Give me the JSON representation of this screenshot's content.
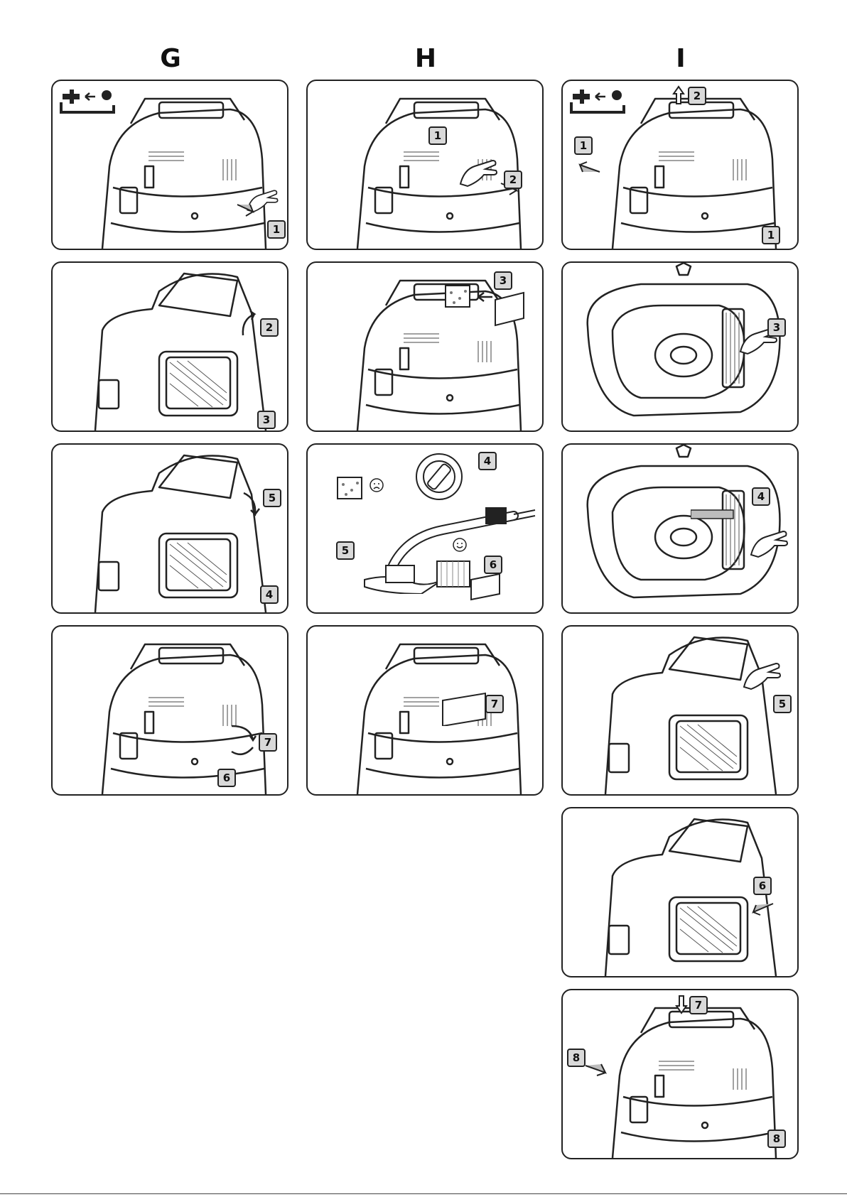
{
  "columns": [
    "G",
    "H",
    "I"
  ],
  "panels": {
    "G1": [
      "1"
    ],
    "G2": [
      "2",
      "3"
    ],
    "G3": [
      "5",
      "4"
    ],
    "G4": [
      "7",
      "6"
    ],
    "H1": [
      "1",
      "2"
    ],
    "H2": [
      "3"
    ],
    "H3": [
      "4",
      "5",
      "6"
    ],
    "H4": [
      "7"
    ],
    "I1": [
      "2",
      "1",
      "1"
    ],
    "I2": [
      "3"
    ],
    "I3": [
      "4"
    ],
    "I4": [
      "5"
    ],
    "I5": [
      "6"
    ],
    "I6": [
      "7",
      "8",
      "8"
    ]
  },
  "icons": [
    "unplug-icon",
    "arrow-icon",
    "vacuum-illustration",
    "filter-illustration",
    "hand-icon",
    "sad-face-icon",
    "smile-face-icon",
    "dial-icon"
  ],
  "colors": {
    "line": "#222222",
    "badge": "#d9d9d9",
    "arrow": "#bdbdbd"
  }
}
